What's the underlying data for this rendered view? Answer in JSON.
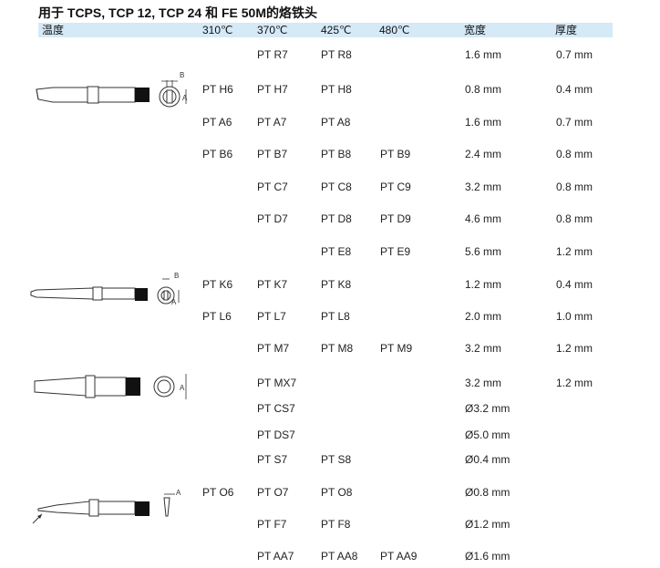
{
  "title": "用于 TCPS, TCP 12, TCP 24 和 FE 50M的烙铁头",
  "headers": [
    "温度",
    "310℃",
    "370℃",
    "425℃",
    "480℃",
    "宽度",
    "厚度"
  ],
  "rows": [
    [
      "",
      "PT R7",
      "PT R8",
      "",
      "1.6 mm",
      "0.7 mm"
    ],
    [
      "PT H6",
      "PT H7",
      "PT H8",
      "",
      "0.8 mm",
      "0.4 mm"
    ],
    [
      "PT A6",
      "PT A7",
      "PT A8",
      "",
      "1.6 mm",
      "0.7 mm"
    ],
    [
      "PT B6",
      "PT B7",
      "PT B8",
      "PT B9",
      "2.4 mm",
      "0.8 mm"
    ],
    [
      "",
      "PT C7",
      "PT C8",
      "PT C9",
      "3.2 mm",
      "0.8 mm"
    ],
    [
      "",
      "PT D7",
      "PT D8",
      "PT D9",
      "4.6 mm",
      "0.8 mm"
    ],
    [
      "",
      "",
      "PT E8",
      "PT E9",
      "5.6 mm",
      "1.2 mm"
    ],
    [
      "PT K6",
      "PT K7",
      "PT K8",
      "",
      "1.2 mm",
      "0.4 mm"
    ],
    [
      "PT L6",
      "PT L7",
      "PT L8",
      "",
      "2.0 mm",
      "1.0 mm"
    ],
    [
      "",
      "PT M7",
      "PT M8",
      "PT M9",
      "3.2 mm",
      "1.2 mm"
    ],
    [
      "",
      "PT MX7",
      "",
      "",
      "3.2 mm",
      "1.2 mm"
    ],
    [
      "",
      "PT CS7",
      "",
      "",
      "Ø3.2 mm",
      ""
    ],
    [
      "",
      "PT DS7",
      "",
      "",
      "Ø5.0 mm",
      ""
    ],
    [
      "",
      "PT S7",
      "PT S8",
      "",
      "Ø0.4 mm",
      ""
    ],
    [
      "PT O6",
      "PT O7",
      "PT O8",
      "",
      "Ø0.8 mm",
      ""
    ],
    [
      "",
      "PT F7",
      "PT F8",
      "",
      "Ø1.2 mm",
      ""
    ],
    [
      "",
      "PT AA7",
      "PT AA8",
      "PT AA9",
      "Ø1.6 mm",
      ""
    ]
  ],
  "drawing_labels": {
    "tip1_b": "B",
    "tip1_a": "A",
    "tip2_b": "B",
    "tip2_a": "A",
    "tip3_a": "A",
    "tip4_a": "A"
  },
  "colors": {
    "header_bg": "#d5e9f7",
    "ink": "#1a1a1a"
  }
}
